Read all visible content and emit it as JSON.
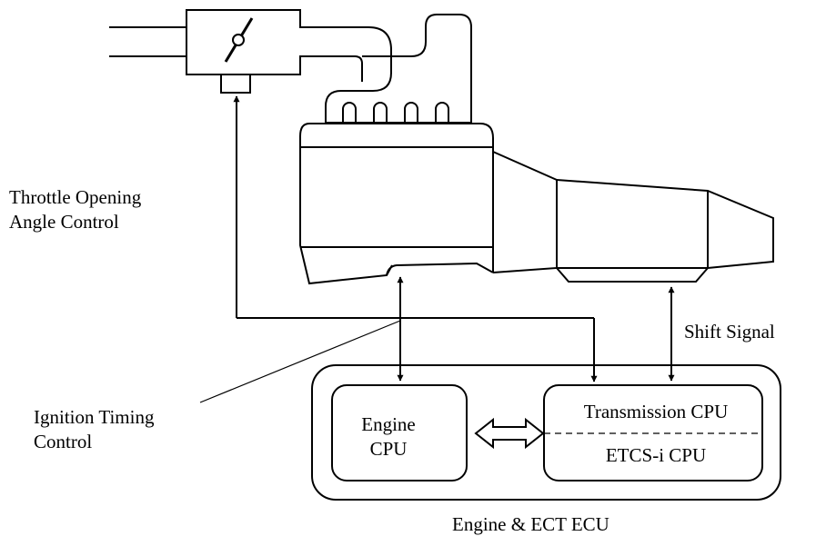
{
  "labels": {
    "throttle_line1": "Throttle Opening",
    "throttle_line2": "Angle Control",
    "ignition_line1": "Ignition Timing",
    "ignition_line2": "Control",
    "shift_signal": "Shift Signal",
    "engine_cpu_line1": "Engine",
    "engine_cpu_line2": "CPU",
    "transmission_cpu": "Transmission CPU",
    "etcs_cpu": "ETCS-i CPU",
    "ecu_name": "Engine & ECT ECU"
  }
}
